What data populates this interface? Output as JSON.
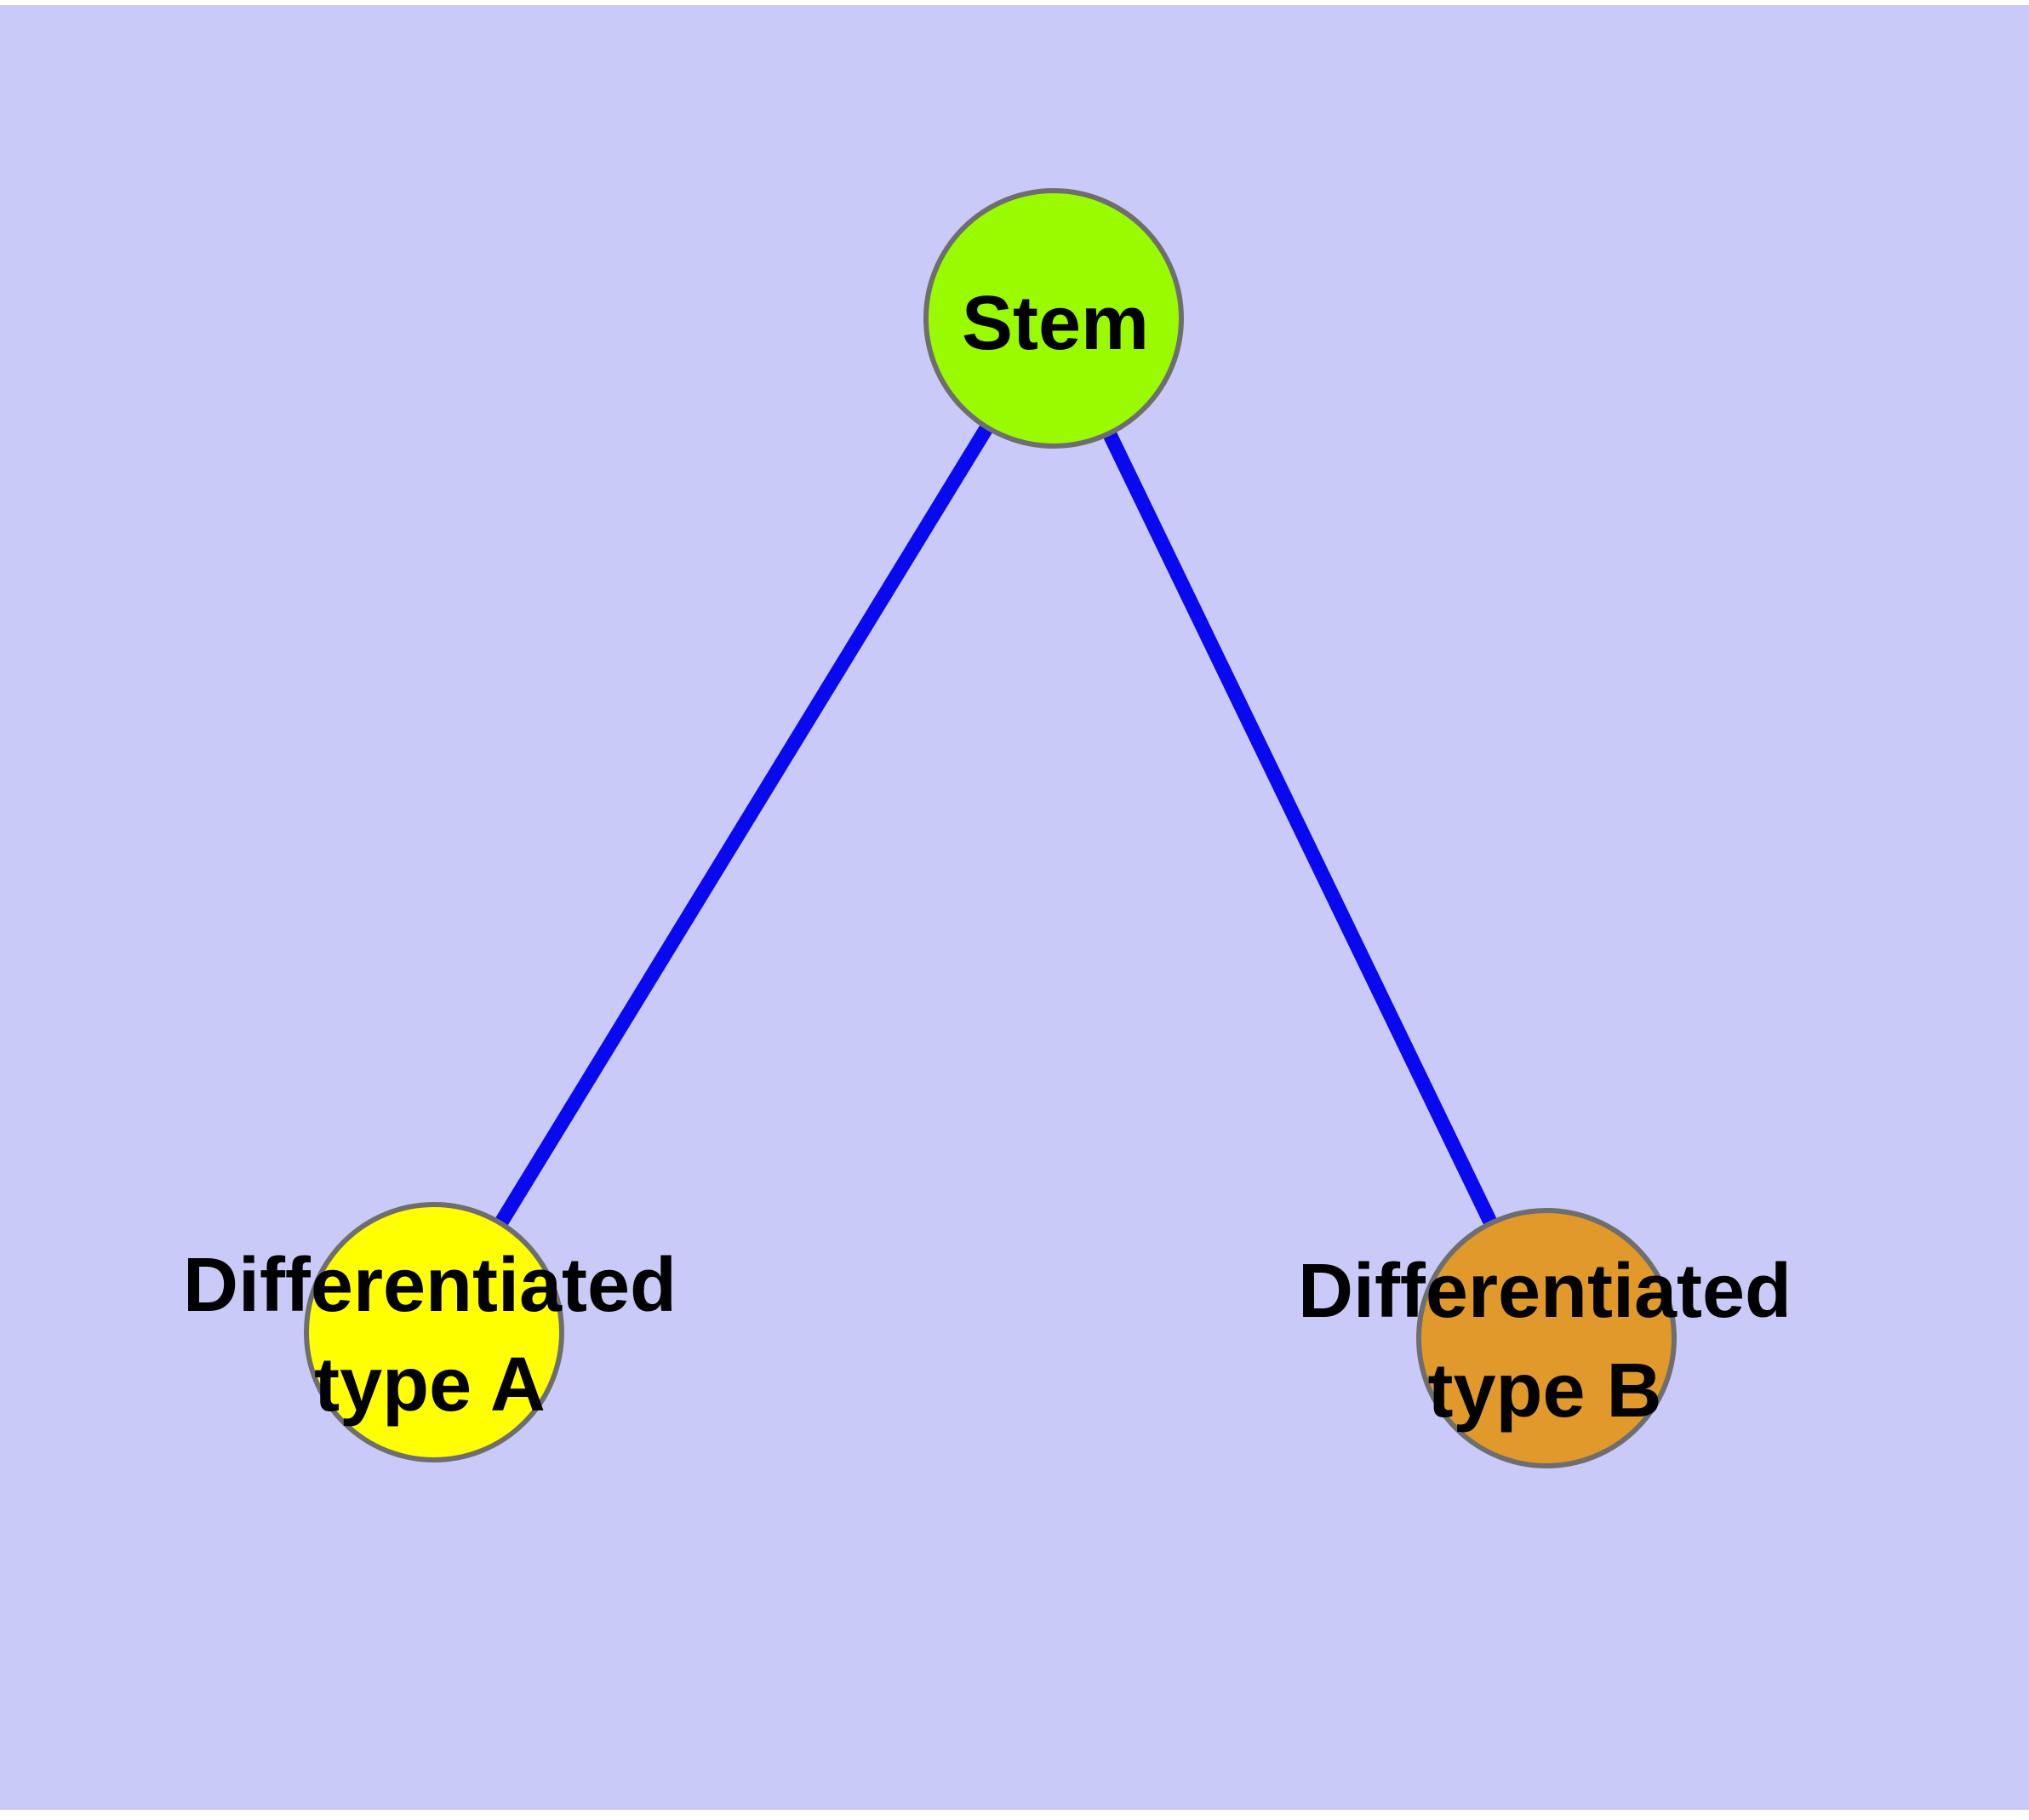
{
  "diagram": {
    "type": "graph",
    "description": "Cell differentiation tree: a stem node linked to two differentiated cell-type nodes",
    "background_color": "#CACAF9",
    "device_margin_color": "#FFFFFF",
    "edge_color": "#0909F0",
    "node_border_color": "#6E6E6E",
    "label_color": "#000000",
    "nodes": [
      {
        "id": "stem",
        "label": "Stem",
        "label_lines": [
          "Stem"
        ],
        "fill_color": "#9AFB00"
      },
      {
        "id": "differentiated-type-a",
        "label": "Differentiated type A",
        "label_lines": [
          "Differentiated",
          "type A"
        ],
        "fill_color": "#FFFF00"
      },
      {
        "id": "differentiated-type-b",
        "label": "Differentiated type B",
        "label_lines": [
          "Differentiated",
          "type B"
        ],
        "fill_color": "#E0992A"
      }
    ],
    "edges": [
      {
        "from": "Stem",
        "to": "Differentiated type A"
      },
      {
        "from": "Stem",
        "to": "Differentiated type B"
      }
    ]
  }
}
